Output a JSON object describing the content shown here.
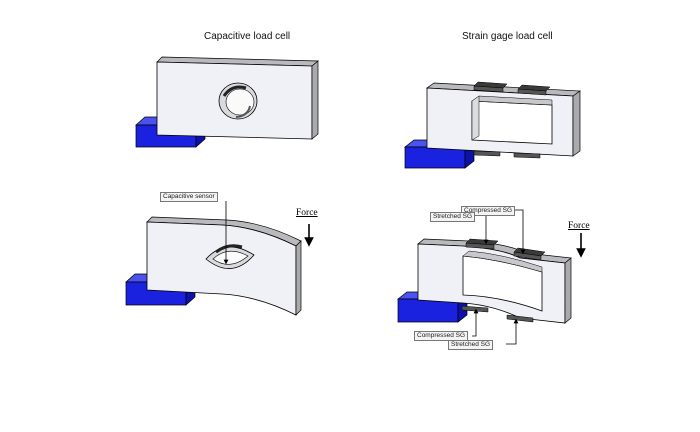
{
  "titles": {
    "capacitive": "Capacitive load cell",
    "strain_gage": "Strain gage load cell"
  },
  "labels": {
    "capacitive_sensor": "Capacitive sensor",
    "force": "Force",
    "compressed_sg": "Compressed SG",
    "stretched_sg": "Stretched SG"
  },
  "colors": {
    "body_face": "#f0f0f7",
    "body_top": "#b9b9be",
    "body_side": "#a9a9ae",
    "support_blue": "#1a22e0",
    "support_dark": "#0c12a8",
    "gage": "#3a3a3a",
    "outline": "#000000"
  }
}
